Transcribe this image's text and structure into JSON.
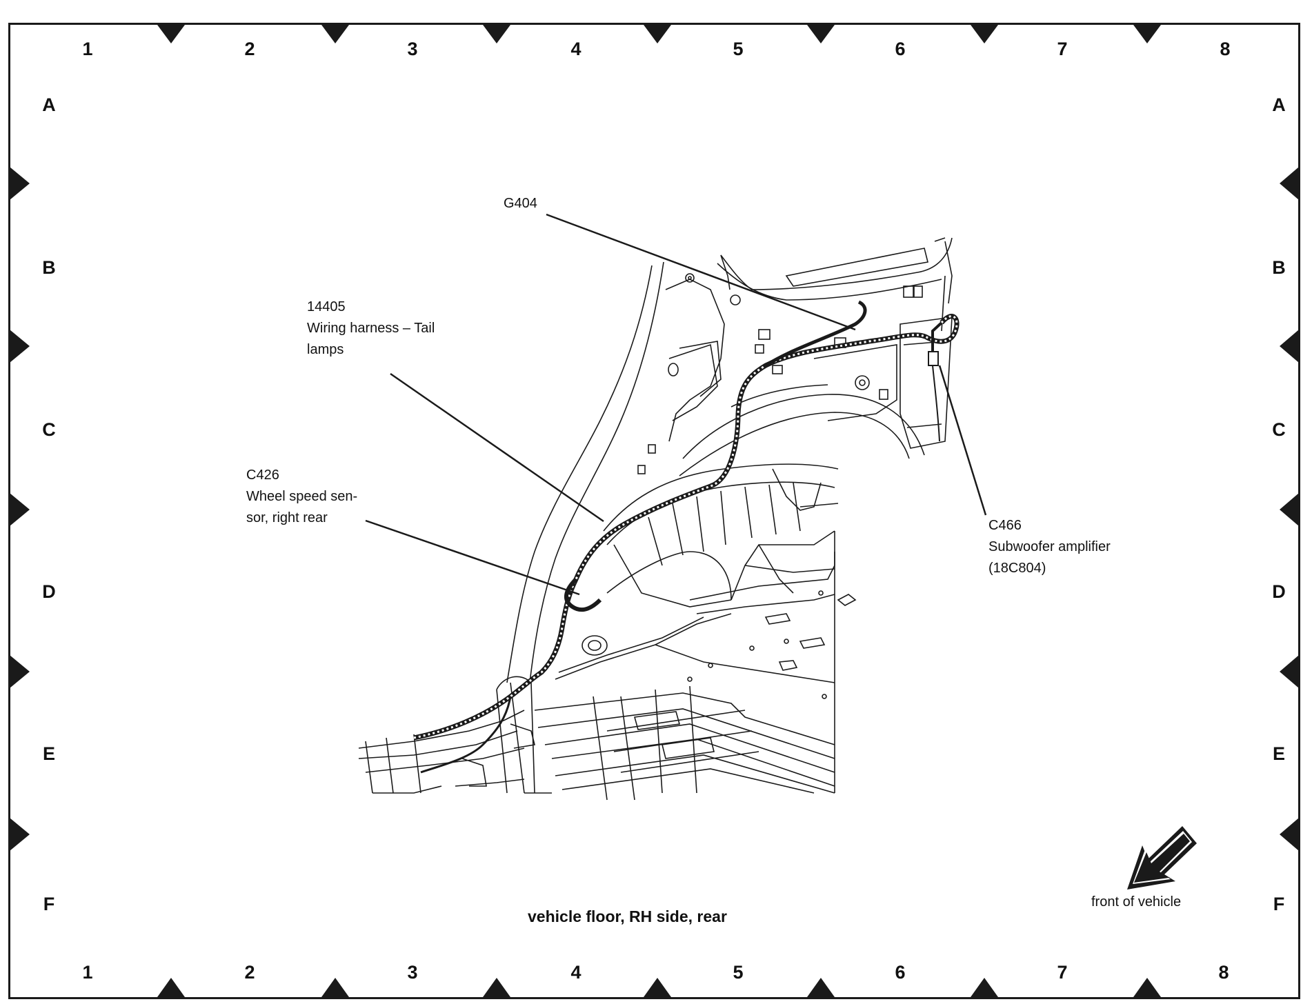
{
  "grid": {
    "columns": [
      "1",
      "2",
      "3",
      "4",
      "5",
      "6",
      "7",
      "8"
    ],
    "rows": [
      "A",
      "B",
      "C",
      "D",
      "E",
      "F"
    ]
  },
  "callouts": {
    "g404": {
      "code": "G404"
    },
    "harness": {
      "code": "14405",
      "line1": "Wiring harness – Tail",
      "line2": "lamps"
    },
    "c426": {
      "code": "C426",
      "line1": "Wheel speed sen-",
      "line2": "sor, right rear"
    },
    "c466": {
      "code": "C466",
      "line1": "Subwoofer amplifier",
      "line2": "(18C804)"
    }
  },
  "view_title": "vehicle floor, RH side, rear",
  "orientation": {
    "label": "front of vehicle",
    "icon": "front-arrow-icon"
  },
  "colors": {
    "line": "#1a1a1a",
    "background": "#ffffff"
  }
}
